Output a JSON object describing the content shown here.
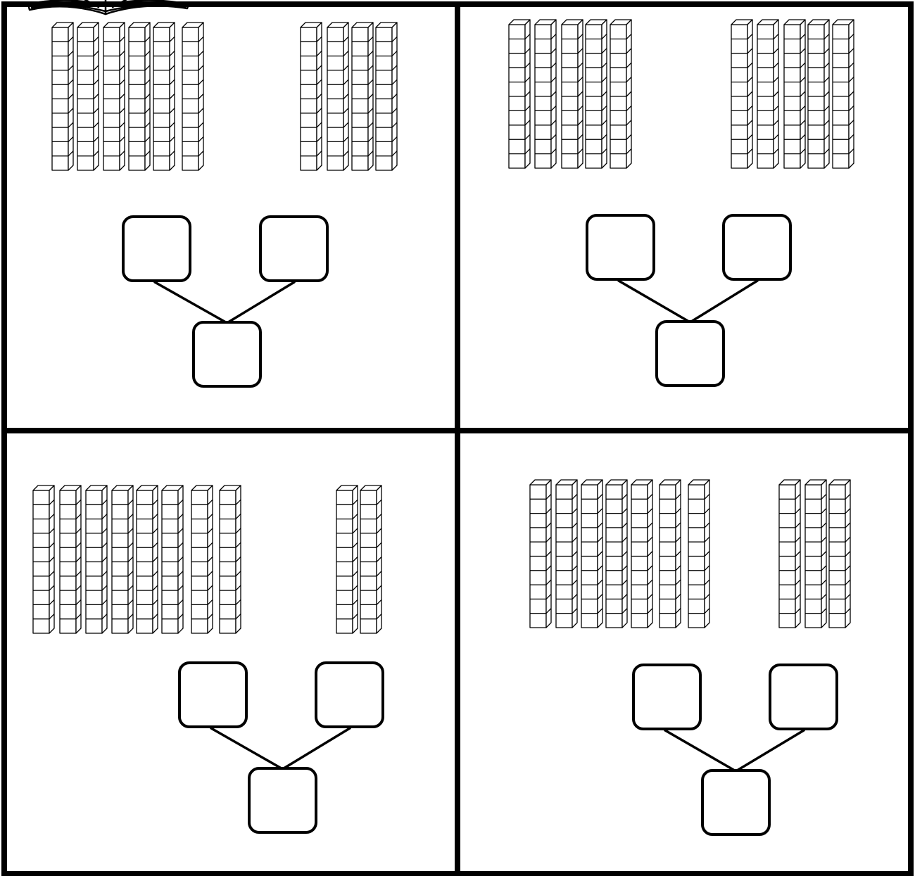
{
  "worksheet": {
    "colors": {
      "ink": "#000000",
      "paper": "#ffffff"
    },
    "header_decoration": "open-book-icon",
    "panels": [
      {
        "id": "top-left",
        "groups": [
          {
            "rods": 6,
            "cubes_per_rod": 10
          },
          {
            "rods": 4,
            "cubes_per_rod": 10
          }
        ],
        "number_bond": {
          "parts": [
            "",
            ""
          ],
          "whole": ""
        }
      },
      {
        "id": "top-right",
        "groups": [
          {
            "rods": 5,
            "cubes_per_rod": 10
          },
          {
            "rods": 5,
            "cubes_per_rod": 10
          }
        ],
        "number_bond": {
          "parts": [
            "",
            ""
          ],
          "whole": ""
        }
      },
      {
        "id": "bottom-left",
        "groups": [
          {
            "rods": 8,
            "cubes_per_rod": 10
          },
          {
            "rods": 2,
            "cubes_per_rod": 10
          }
        ],
        "number_bond": {
          "parts": [
            "",
            ""
          ],
          "whole": ""
        }
      },
      {
        "id": "bottom-right",
        "groups": [
          {
            "rods": 7,
            "cubes_per_rod": 10
          },
          {
            "rods": 3,
            "cubes_per_rod": 10
          }
        ],
        "number_bond": {
          "parts": [
            "",
            ""
          ],
          "whole": ""
        }
      }
    ]
  }
}
